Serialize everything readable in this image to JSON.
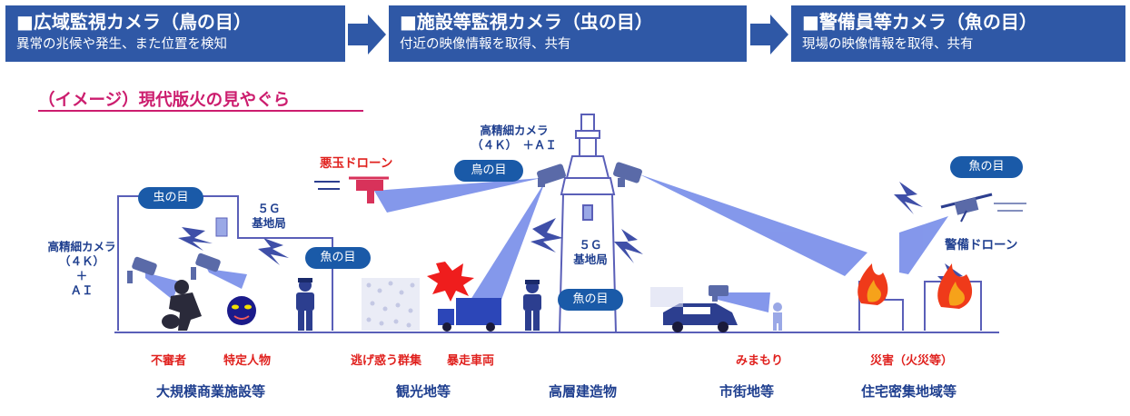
{
  "headers": [
    {
      "title": "■広域監視カメラ（鳥の目）",
      "subtitle": "異常の兆候や発生、また位置を検知"
    },
    {
      "title": "■施設等監視カメラ（虫の目）",
      "subtitle": "付近の映像情報を取得、共有"
    },
    {
      "title": "■警備員等カメラ（魚の目）",
      "subtitle": "現場の映像情報を取得、共有"
    }
  ],
  "image_title": "（イメージ）現代版火の見やぐら",
  "tags": {
    "bird_eye": "鳥の目",
    "insect_eye": "虫の目",
    "fish_eye_left": "魚の目",
    "fish_eye_tower": "魚の目",
    "fish_eye_right": "魚の目"
  },
  "labels": {
    "camera_left": [
      "高精細カメラ",
      "（４Ｋ）",
      "＋",
      "ＡＩ"
    ],
    "camera_tower": [
      "高精細カメラ",
      "（４Ｋ）　＋ＡＩ"
    ],
    "base_station_left": [
      "５Ｇ",
      "基地局"
    ],
    "base_station_tower": [
      "５Ｇ",
      "基地局"
    ],
    "bad_drone": "悪玉ドローン",
    "guard_drone": "警備ドローン"
  },
  "red_labels": {
    "suspicious": "不審者",
    "specific_person": "特定人物",
    "crowd": "逃げ惑う群集",
    "runaway_vehicle": "暴走車両",
    "watching": "みまもり",
    "disaster": "災害（火災等）"
  },
  "categories": [
    "大規模商業施設等",
    "観光地等",
    "高層建造物",
    "市街地等",
    "住宅密集地域等"
  ],
  "colors": {
    "header": "#2f58a6",
    "tag": "#1a5aa8",
    "accent": "#cc1d6e",
    "alert": "#e0211e",
    "beam": "#6f86e8",
    "outline": "#5a5fb8"
  }
}
